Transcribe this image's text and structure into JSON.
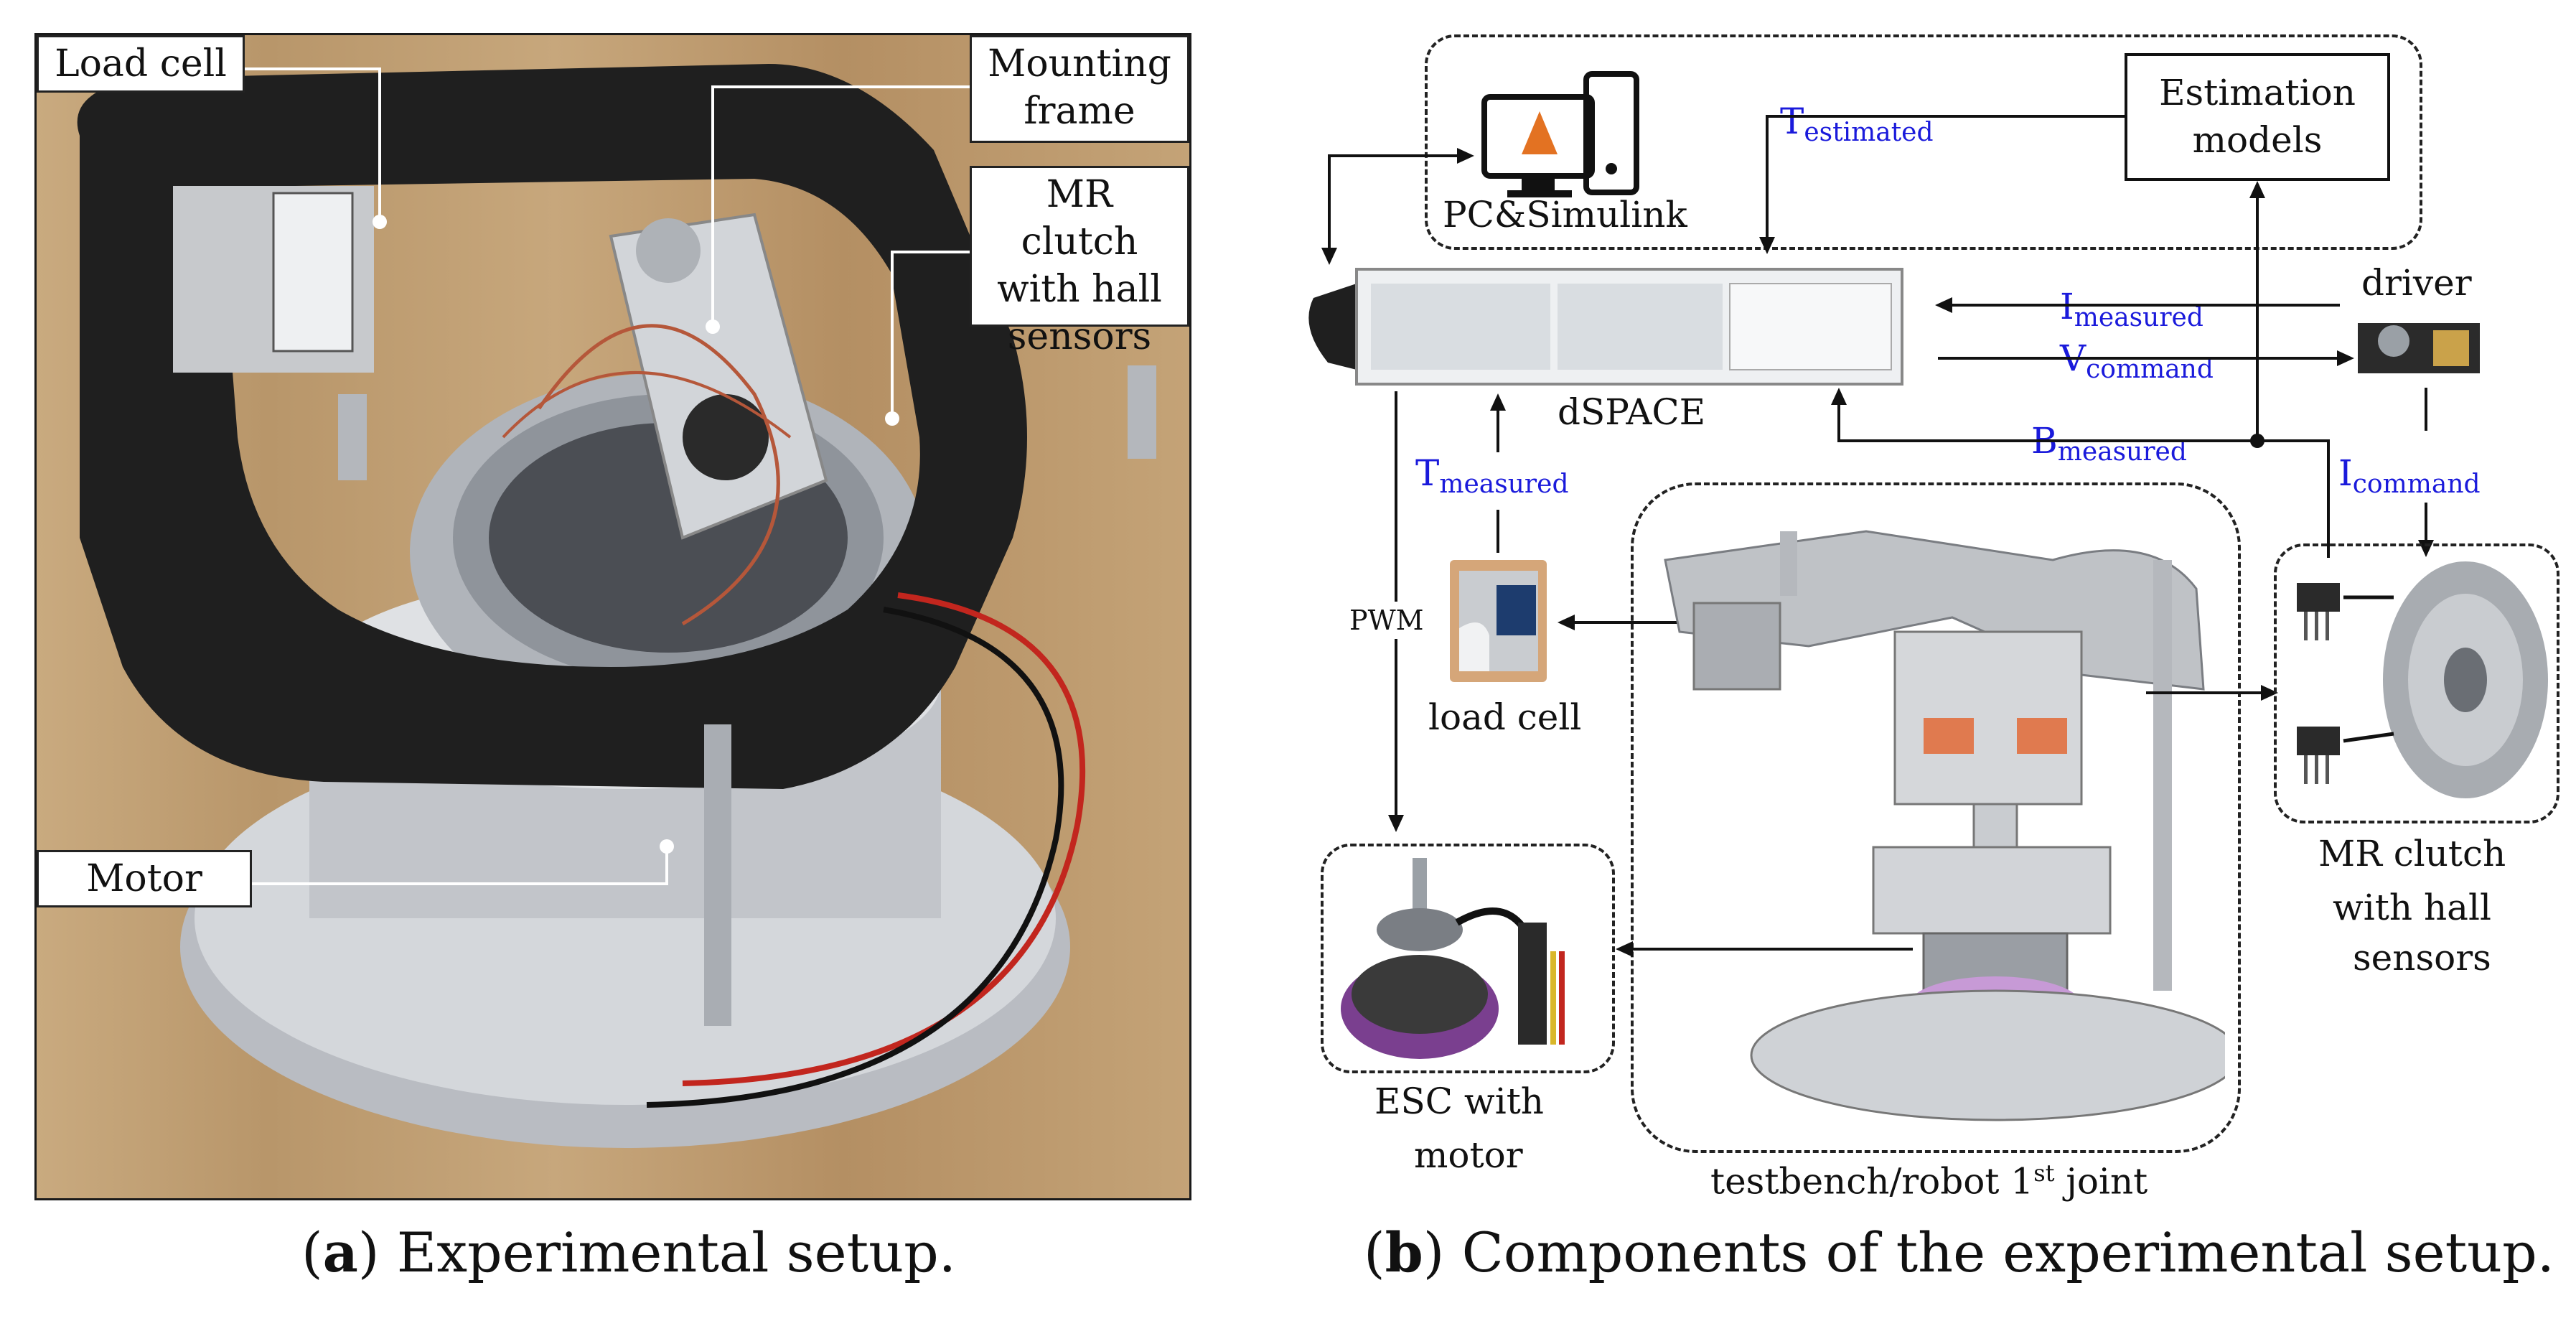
{
  "panel_a": {
    "labels": {
      "load_cell": "Load cell",
      "mounting_frame_1": "Mounting",
      "mounting_frame_2": "frame",
      "mr_clutch_1": "MR clutch",
      "mr_clutch_2": "with hall",
      "mr_clutch_3": "sensors",
      "motor": "Motor"
    },
    "caption_letter": "a",
    "caption_text": " Experimental setup."
  },
  "panel_b": {
    "pc_label": "PC&Simulink",
    "estimation_1": "Estimation",
    "estimation_2": "models",
    "dspace_label": "dSPACE",
    "driver_label": "driver",
    "load_cell_label": "load cell",
    "pwm_label": "PWM",
    "esc_1": "ESC with",
    "esc_2": "motor",
    "clutch_1": "MR clutch",
    "clutch_2": "with hall",
    "clutch_3": "sensors",
    "testbench_text": "testbench/robot 1",
    "testbench_sup": "st",
    "testbench_suffix": " joint",
    "signals": {
      "t_estimated": {
        "main": "T",
        "sub": "estimated"
      },
      "i_measured": {
        "main": "I",
        "sub": "measured"
      },
      "v_command": {
        "main": "V",
        "sub": "command"
      },
      "b_measured": {
        "main": "B",
        "sub": "measured"
      },
      "t_measured": {
        "main": "T",
        "sub": "measured"
      },
      "i_command": {
        "main": "I",
        "sub": "command"
      }
    },
    "caption_letter": "b",
    "caption_text": " Components of the experimental setup."
  },
  "colors": {
    "signal_blue": "#1a1adb",
    "frame_black": "#1f1f1f",
    "aluminum": "#c9ccd1",
    "wood": "#c3a176",
    "copper": "#e07a4f",
    "motor_purple": "#7a3f8f"
  }
}
